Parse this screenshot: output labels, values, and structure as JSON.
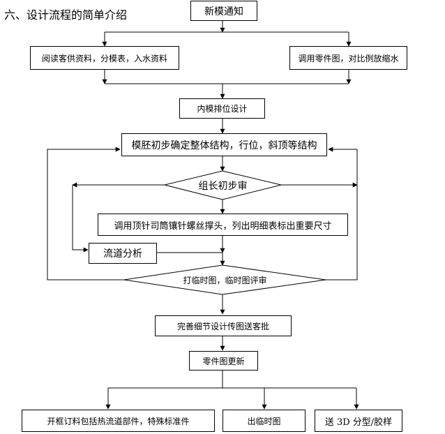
{
  "heading": "六、设计流程的简单介绍",
  "nodes": {
    "start": "新模通知",
    "read_data": "阅读客供资料，分模表，入水资料",
    "call_drawing": "调用零件图，对比例放缩水",
    "layout": "内模排位设计",
    "structure": "模胚初步确定整体结构，行位，斜顶等结构",
    "leader_review": "组长初步审",
    "standard_parts": "调用顶针司筒镶针螺丝撑头，列出明细表标出重要尺寸",
    "flow_analysis": "流道分析",
    "temp_review": "打临时图，临时图评审",
    "finalize": "完善细节设计传图送客批",
    "update_part": "零件图更新",
    "order_material": "开框订料包括热流道部件，特殊标准件",
    "temp_drawing": "出临时图",
    "send_3d": "送 3D 分型/胶样"
  }
}
